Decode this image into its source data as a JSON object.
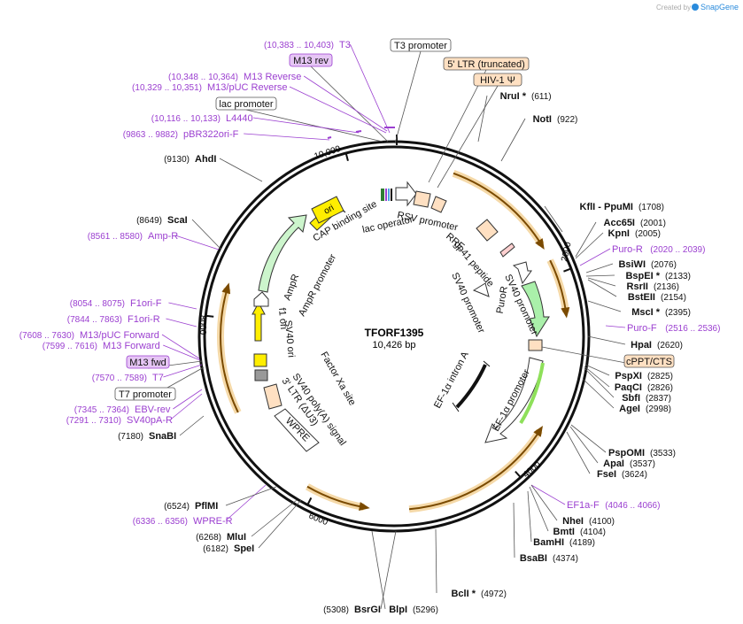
{
  "brand": {
    "text": "Created by",
    "app": "SnapGene"
  },
  "plasmid": {
    "name": "TFORF1395",
    "size": "10,426 bp",
    "length": 10426
  },
  "tick_labels": [
    "2000",
    "4000",
    "6000",
    "8000",
    "10,000"
  ],
  "sites": [
    {
      "name": "NruI *",
      "pos": "(611)"
    },
    {
      "name": "NotI",
      "pos": "(922)"
    },
    {
      "name": "KflI  -  PpuMI",
      "pos": "(1708)"
    },
    {
      "name": "Acc65I",
      "pos": "(2001)"
    },
    {
      "name": "KpnI",
      "pos": "(2005)"
    },
    {
      "name": "BsiWI",
      "pos": "(2076)"
    },
    {
      "name": "BspEI *",
      "pos": "(2133)"
    },
    {
      "name": "RsrII",
      "pos": "(2136)"
    },
    {
      "name": "BstEII",
      "pos": "(2154)"
    },
    {
      "name": "MscI *",
      "pos": "(2395)"
    },
    {
      "name": "HpaI",
      "pos": "(2620)"
    },
    {
      "name": "PspXI",
      "pos": "(2825)"
    },
    {
      "name": "PaqCI",
      "pos": "(2826)"
    },
    {
      "name": "SbfI",
      "pos": "(2837)"
    },
    {
      "name": "AgeI",
      "pos": "(2998)"
    },
    {
      "name": "PspOMI",
      "pos": "(3533)"
    },
    {
      "name": "ApaI",
      "pos": "(3537)"
    },
    {
      "name": "FseI",
      "pos": "(3624)"
    },
    {
      "name": "NheI",
      "pos": "(4100)"
    },
    {
      "name": "BmtI",
      "pos": "(4104)"
    },
    {
      "name": "BamHI",
      "pos": "(4189)"
    },
    {
      "name": "BsaBI",
      "pos": "(4374)"
    },
    {
      "name": "BclI *",
      "pos": "(4972)"
    },
    {
      "name": "BlpI",
      "pos": "(5296)"
    },
    {
      "name": "BsrGI",
      "pos": "(5308)"
    },
    {
      "name": "SpeI",
      "pos": "(6182)"
    },
    {
      "name": "MluI",
      "pos": "(6268)"
    },
    {
      "name": "PflMI",
      "pos": "(6524)"
    },
    {
      "name": "SnaBI",
      "pos": "(7180)"
    },
    {
      "name": "ScaI",
      "pos": "(8649)"
    },
    {
      "name": "AhdI",
      "pos": "(9130)"
    }
  ],
  "primers": [
    {
      "name": "T3",
      "pos": "(10,383 .. 10,403)"
    },
    {
      "name": "M13 Reverse",
      "pos": "(10,348 .. 10,364)"
    },
    {
      "name": "M13/pUC Reverse",
      "pos": "(10,329 .. 10,351)"
    },
    {
      "name": "L4440",
      "pos": "(10,116 .. 10,133)"
    },
    {
      "name": "pBR322ori-F",
      "pos": "(9863 .. 9882)"
    },
    {
      "name": "Amp-R",
      "pos": "(8561 .. 8580)"
    },
    {
      "name": "F1ori-F",
      "pos": "(8054 .. 8075)"
    },
    {
      "name": "F1ori-R",
      "pos": "(7844 .. 7863)"
    },
    {
      "name": "M13/pUC Forward",
      "pos": "(7608 .. 7630)"
    },
    {
      "name": "M13 Forward",
      "pos": "(7599 .. 7616)"
    },
    {
      "name": "T7",
      "pos": "(7570 .. 7589)"
    },
    {
      "name": "EBV-rev",
      "pos": "(7345 .. 7364)"
    },
    {
      "name": "SV40pA-R",
      "pos": "(7291 .. 7310)"
    },
    {
      "name": "WPRE-R",
      "pos": "(6336 .. 6356)"
    },
    {
      "name": "EF1a-F",
      "pos": "(4046 .. 4066)"
    },
    {
      "name": "Puro-R",
      "pos": "(2020 .. 2039)"
    },
    {
      "name": "Puro-F",
      "pos": "(2516 .. 2536)"
    }
  ],
  "pills": [
    {
      "text": "T3 promoter"
    },
    {
      "text": "M13 rev"
    },
    {
      "text": "5' LTR (truncated)"
    },
    {
      "text": "HIV-1 Ψ"
    },
    {
      "text": "lac promoter"
    },
    {
      "text": "cPPT/CTS"
    },
    {
      "text": "M13 fwd"
    },
    {
      "text": "T7 promoter"
    }
  ],
  "features": {
    "ori": "ori",
    "cap": "CAP binding site",
    "lac_op": "lac operator",
    "rsv": "RSV promoter",
    "rre": "RRE",
    "gp41": "gp41 peptide",
    "sv40_promoter_1": "SV40 promoter",
    "sv40_promoter_2": "SV40 promoter",
    "puror": "PuroR",
    "ef1a_promoter": "EF-1α promoter",
    "ef1a_intron": "EF-1α intron A",
    "ampr": "AmpR",
    "ampr_promoter": "AmpR promoter",
    "f1ori": "f1 ori",
    "sv40ori": "SV40 ori",
    "factorxa": "Factor Xa site",
    "sv40polya": "SV40 poly(A) signal",
    "ltr3": "3' LTR (ΔU3)",
    "wpre": "WPRE"
  },
  "colors": {
    "ori": "#ffee00",
    "ampr": "#ccf5cc",
    "puror": "#aaf0aa",
    "ltr": "#ffe0c2",
    "primer": "#9b3fd0",
    "orf_orange": "#f5a623",
    "ef1a_green": "#8ee05a"
  }
}
